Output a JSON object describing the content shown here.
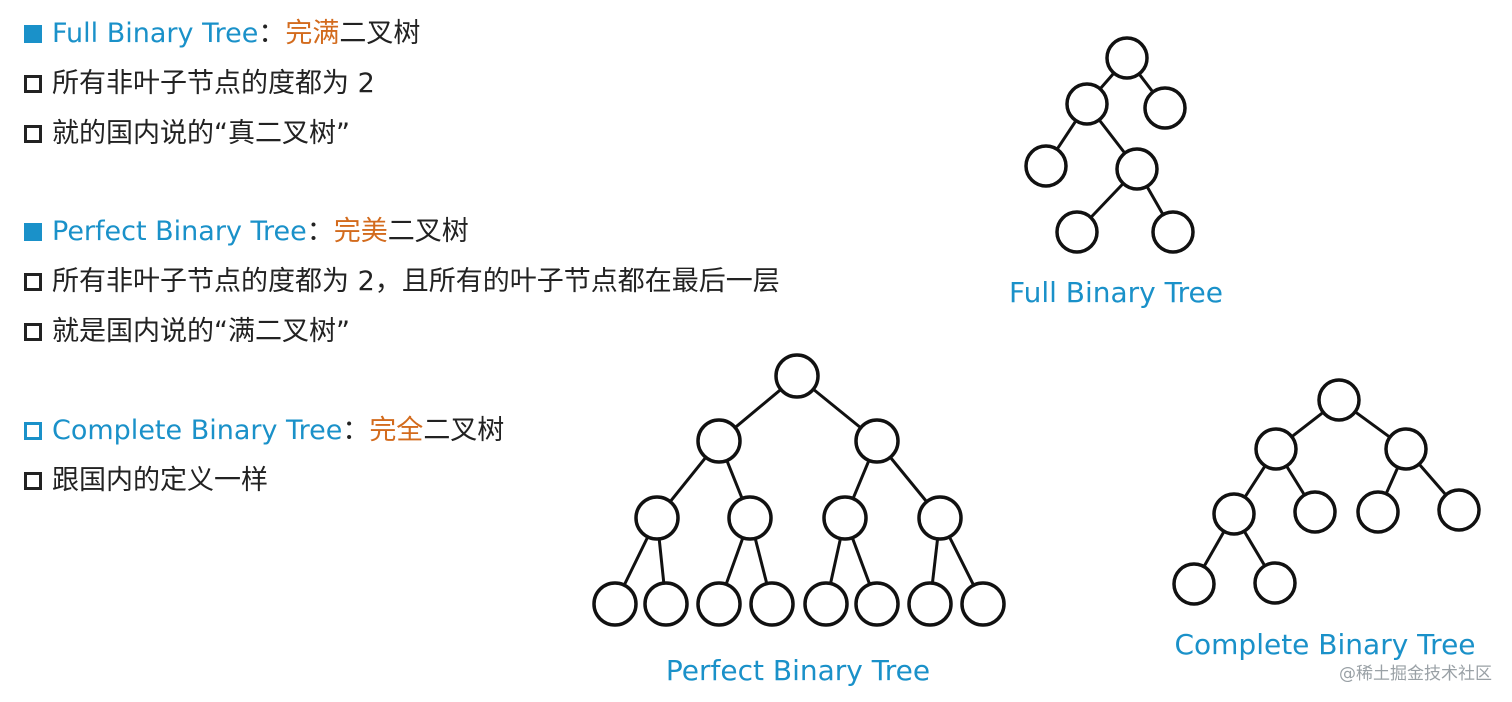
{
  "sections": [
    {
      "bullet_style": "filled",
      "term": "Full Binary Tree",
      "separator": "：",
      "accent": "完满",
      "rest": "二叉树",
      "points": [
        "所有非叶子节点的度都为 2",
        "就的国内说的“真二叉树”"
      ]
    },
    {
      "bullet_style": "filled",
      "term": "Perfect Binary Tree",
      "separator": "：",
      "accent": "完美",
      "rest": "二叉树",
      "points": [
        "所有非叶子节点的度都为 2，且所有的叶子节点都在最后一层",
        "就是国内说的“满二叉树”"
      ]
    },
    {
      "bullet_style": "hollow",
      "term": "Complete Binary Tree",
      "separator": "：",
      "accent": "完全",
      "rest": "二叉树",
      "points": [
        "跟国内的定义一样"
      ]
    }
  ],
  "captions": {
    "full": "Full Binary Tree",
    "perfect": "Perfect Binary Tree",
    "complete": "Complete Binary Tree"
  },
  "watermark": "@稀土掘金技术社区",
  "colors": {
    "term": "#1a91c9",
    "accent": "#d36b1d",
    "text": "#222222"
  }
}
